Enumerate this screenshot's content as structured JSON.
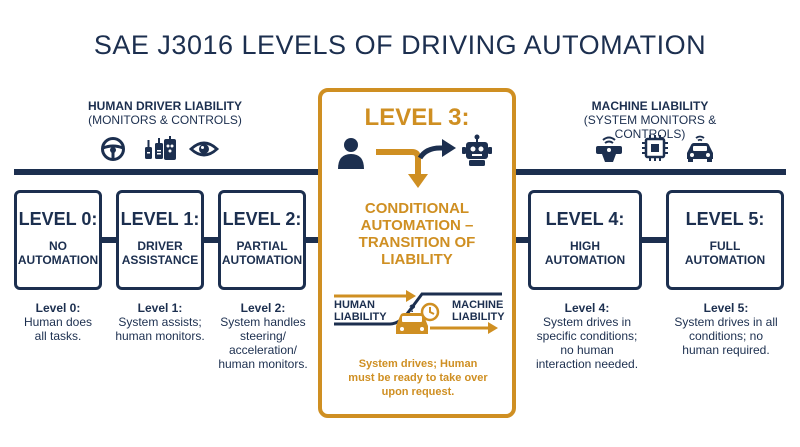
{
  "title": "SAE J3016 LEVELS OF DRIVING AUTOMATION",
  "human_group": {
    "heading": "HUMAN DRIVER LIABILITY",
    "sub": "(MONITORS & CONTROLS)"
  },
  "machine_group": {
    "heading": "MACHINE LIABILITY",
    "sub": "(SYSTEM MONITORS & CONTROLS)"
  },
  "levels": [
    {
      "num": "LEVEL 0:",
      "name_1": "NO",
      "name_2": "AUTOMATION",
      "desc_title": "Level 0:",
      "desc_1": "Human does",
      "desc_2": "all tasks.",
      "desc_3": "",
      "desc_4": ""
    },
    {
      "num": "LEVEL 1:",
      "name_1": "DRIVER",
      "name_2": "ASSISTANCE",
      "desc_title": "Level 1:",
      "desc_1": "System assists;",
      "desc_2": "human monitors.",
      "desc_3": "",
      "desc_4": ""
    },
    {
      "num": "LEVEL 2:",
      "name_1": "PARTIAL",
      "name_2": "AUTOMATION",
      "desc_title": "Level 2:",
      "desc_1": "System handles",
      "desc_2": "steering/",
      "desc_3": "acceleration/",
      "desc_4": "human monitors."
    },
    {
      "num": "LEVEL 4:",
      "name_1": "HIGH",
      "name_2": "AUTOMATION",
      "desc_title": "Level 4:",
      "desc_1": "System drives in",
      "desc_2": "specific conditions;",
      "desc_3": "no human",
      "desc_4": "interaction needed."
    },
    {
      "num": "LEVEL 5:",
      "name_1": "FULL",
      "name_2": "AUTOMATION",
      "desc_title": "Level 5:",
      "desc_1": "System drives in all",
      "desc_2": "conditions; no",
      "desc_3": "human required.",
      "desc_4": ""
    }
  ],
  "level3": {
    "num": "LEVEL 3:",
    "name_1": "CONDITIONAL",
    "name_2": "AUTOMATION –",
    "name_3": "TRANSITION OF",
    "name_4": "LIABILITY",
    "human_label_1": "HUMAN",
    "human_label_2": "LIABILITY",
    "machine_label_1": "MACHINE",
    "machine_label_2": "LIABILITY",
    "desc_1": "System drives; Human",
    "desc_2": "must be ready to take over",
    "desc_3": "upon request."
  },
  "icons": {
    "human": [
      "steering-wheel-icon",
      "pedals-icon",
      "handheld-control-icon",
      "eye-icon"
    ],
    "machine": [
      "sensor-icon",
      "chip-icon",
      "autonomous-car-icon"
    ],
    "level3": [
      "person-icon",
      "handover-arrow-icon",
      "robot-icon",
      "car-clock-icon"
    ]
  },
  "colors": {
    "navy": "#1c2f4f",
    "orange": "#cf8f22"
  }
}
